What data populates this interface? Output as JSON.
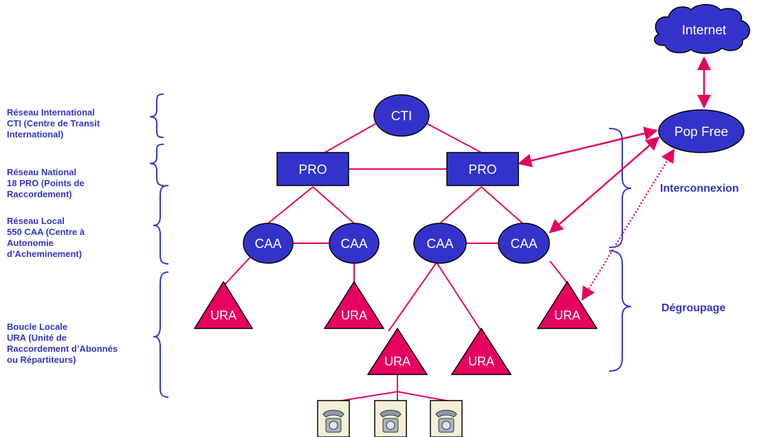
{
  "colors": {
    "node_fill": "#3333cc",
    "ura_fill": "#e60060",
    "link": "#e60060",
    "label": "#3333cc",
    "cloud": "#3333cc"
  },
  "levels": {
    "international": "Réseau International\nCTI (Centre de Transit\nInternational)",
    "national": "Réseau National\n18 PRO (Points de\nRaccordement)",
    "local": "Réseau Local\n550 CAA (Centre à\nAutonomie\nd’Acheminement)",
    "loop": "Boucle Locale\nURA (Unité de\nRaccordement d’Abonnés\nou Répartiteurs)"
  },
  "right_labels": {
    "interconnexion": "Interconnexion",
    "degroupage": "Dégroupage"
  },
  "nodes": {
    "internet": "Internet",
    "pop_free": "Pop Free",
    "cti": "CTI",
    "pro_left": "PRO",
    "pro_right": "PRO",
    "caa_1": "CAA",
    "caa_2": "CAA",
    "caa_3": "CAA",
    "caa_4": "CAA",
    "ura_1": "URA",
    "ura_2": "URA",
    "ura_3": "URA",
    "ura_4": "URA",
    "ura_5": "URA"
  },
  "icons": {
    "phone": "telephone-icon"
  }
}
